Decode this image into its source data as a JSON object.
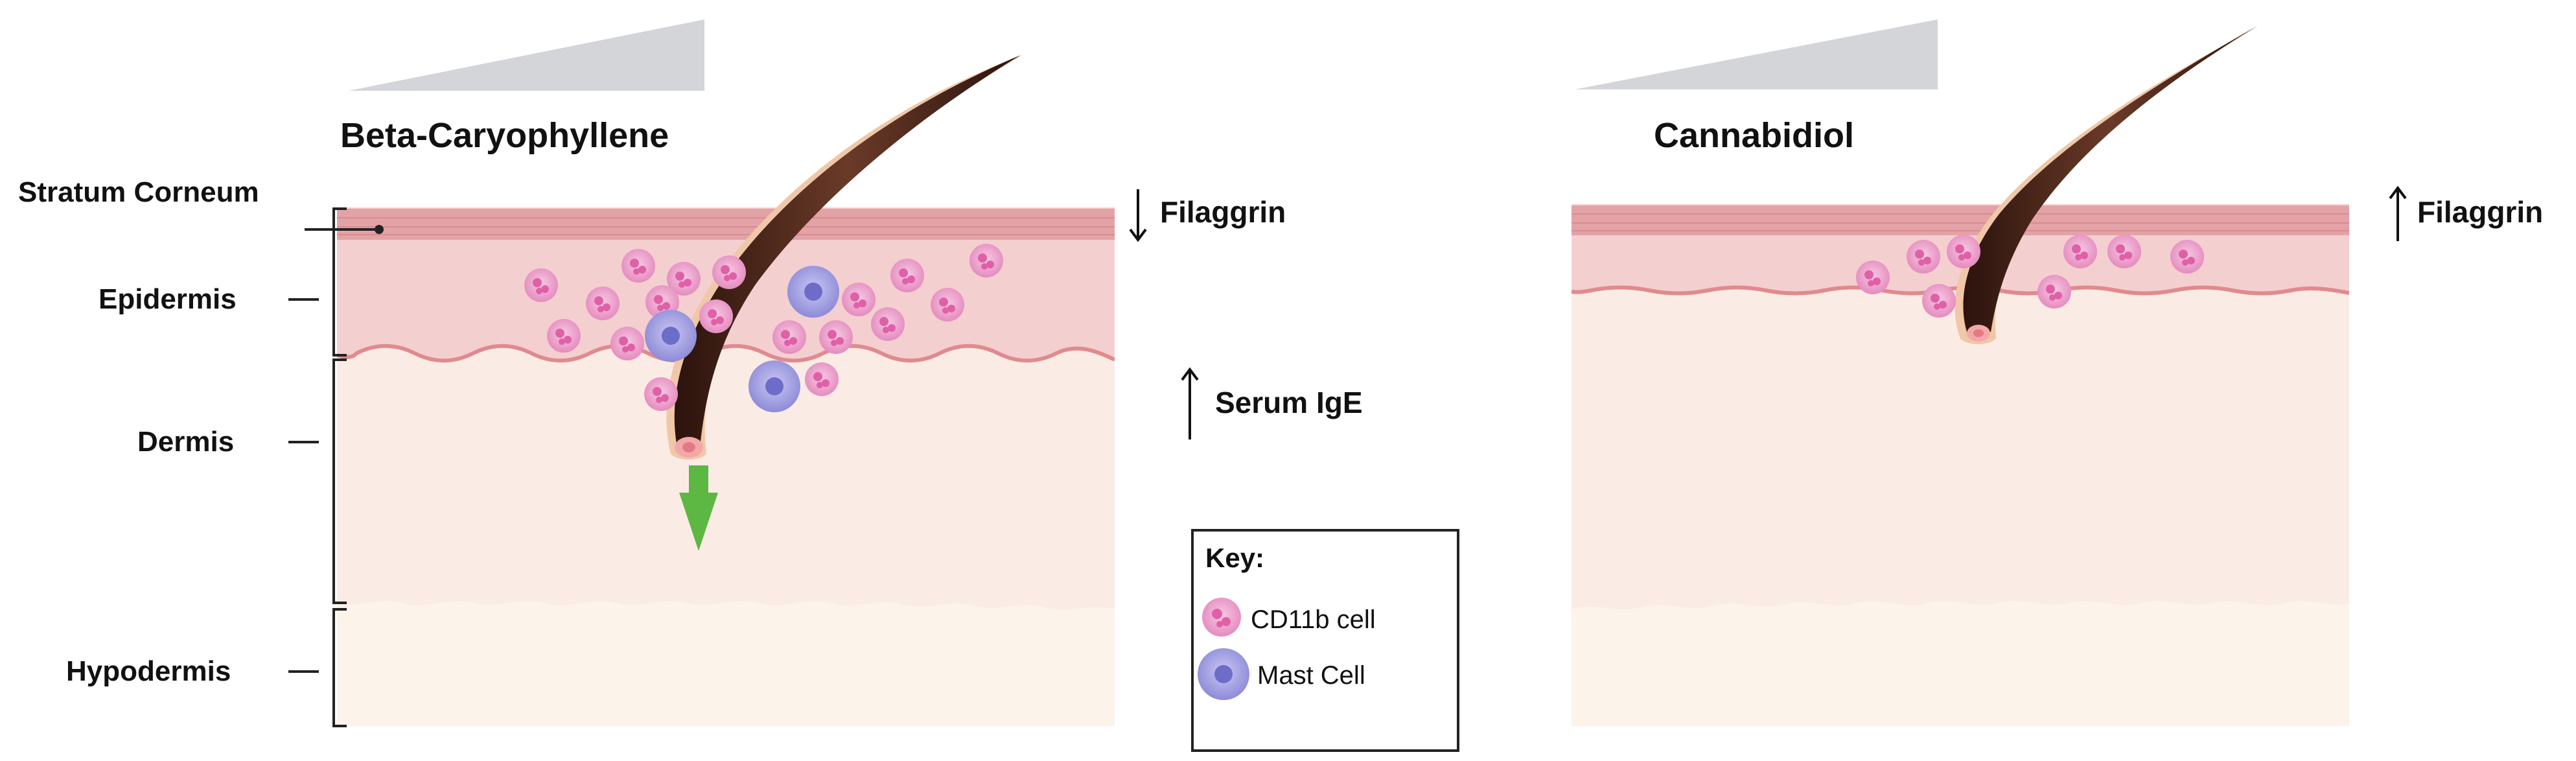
{
  "panels": [
    {
      "title": "Beta-Caryophyllene",
      "effects": [
        {
          "direction": "down",
          "label": "Filaggrin"
        },
        {
          "direction": "up",
          "label": "Serum IgE"
        }
      ]
    },
    {
      "title": "Cannabidiol",
      "effects": [
        {
          "direction": "up",
          "label": "Filaggrin"
        }
      ]
    }
  ],
  "layers": {
    "stratum_corneum": "Stratum Corneum",
    "epidermis": "Epidermis",
    "dermis": "Dermis",
    "hypodermis": "Hypodermis"
  },
  "key": {
    "title": "Key:",
    "items": [
      {
        "label": "CD11b cell",
        "icon": "cd11b-cell-icon",
        "color": "#e88fc4"
      },
      {
        "label": "Mast Cell",
        "icon": "mast-cell-icon",
        "color": "#9f9de0"
      }
    ]
  },
  "colors": {
    "stratum_corneum": "#e3a3a6",
    "epidermis": "#f4cfcf",
    "dermis": "#faece4",
    "hypodermis": "#fcf3ea",
    "hair": "#4a2418",
    "dose_wedge": "#d3d5d8",
    "arrow_green": "#5cb843"
  }
}
